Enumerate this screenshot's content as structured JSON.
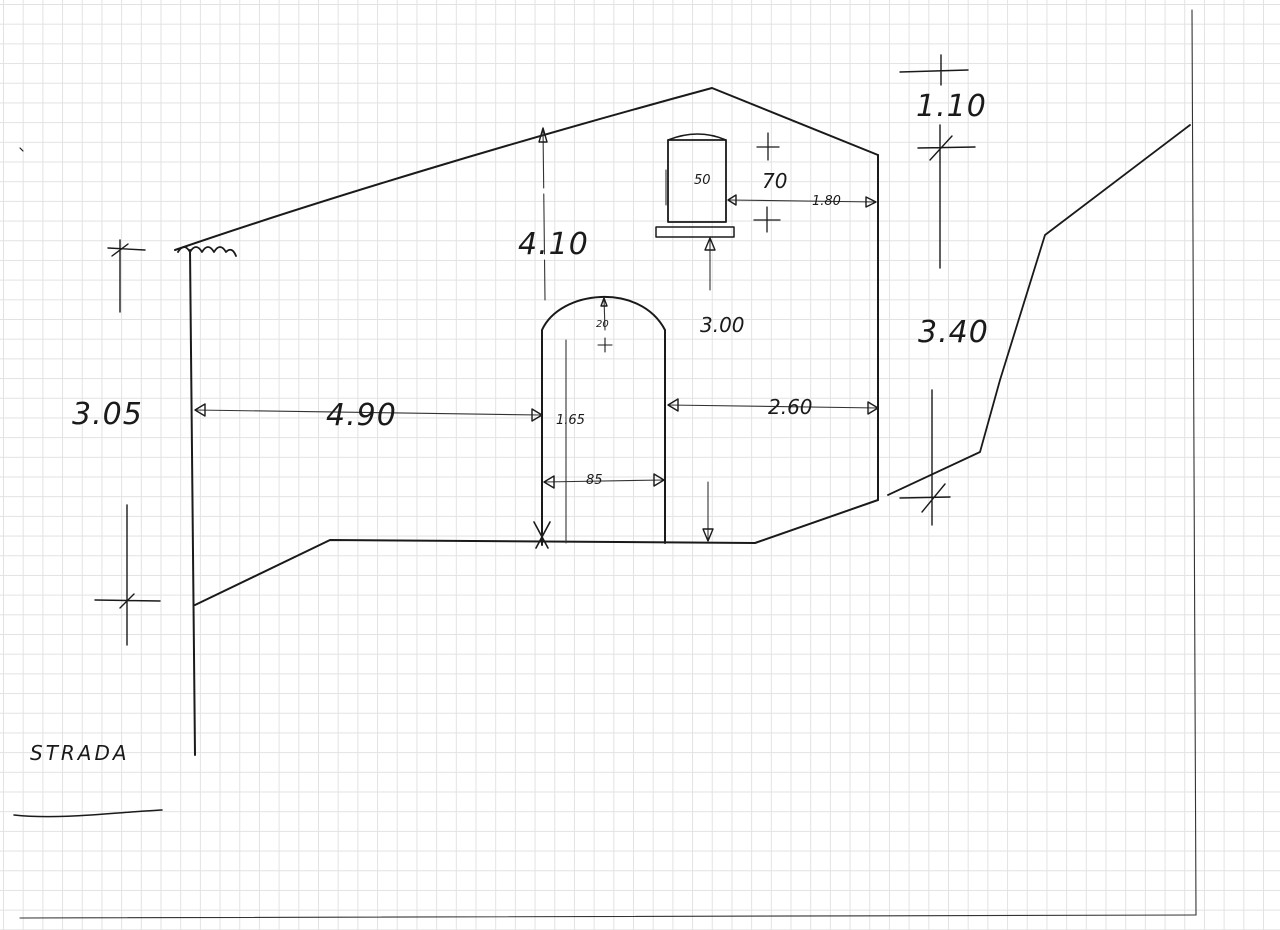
{
  "sketch": {
    "dimensions": {
      "left_height": "3.05",
      "left_span": "4.90",
      "right_span": "2.60",
      "door_width": "85",
      "door_height": "1.65",
      "arch_rise": "20",
      "door_to_ridge": "4.10",
      "window_width": "50",
      "window_height": "70",
      "window_to_right": "1.80",
      "window_sill_height": "3.00",
      "right_height": "3.40",
      "ridge_offset": "1.10"
    },
    "street_label": "STRADA",
    "ink_color": "#1a1a1a",
    "grid_color": "#e2e2e2"
  }
}
